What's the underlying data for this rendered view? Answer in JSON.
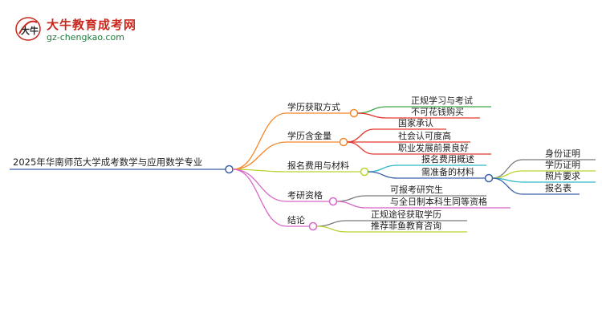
{
  "logo": {
    "title": "大牛教育成考网",
    "url": "gz-chengkao.com",
    "mark_text": "大牛"
  },
  "mindmap": {
    "root": "2025年华南师范大学成考数学与应用数学专业",
    "branches": [
      {
        "label": "学历获取方式",
        "color": "#f5882a",
        "children": [
          {
            "label": "正规学习与考试",
            "color": "#3aa64a"
          },
          {
            "label": "不可花钱购买",
            "color": "#e23b2e"
          }
        ]
      },
      {
        "label": "学历含金量",
        "color": "#f5882a",
        "children": [
          {
            "label": "国家承认",
            "color": "#e23b2e"
          },
          {
            "label": "社会认可度高",
            "color": "#e23b2e"
          },
          {
            "label": "职业发展前景良好",
            "color": "#e23b2e"
          }
        ]
      },
      {
        "label": "报名费用与材料",
        "color": "#b8d432",
        "children": [
          {
            "label": "报名费用概述",
            "color": "#2db7c8",
            "children": []
          },
          {
            "label": "需准备的材料",
            "color": "#3b5fa8",
            "children": [
              {
                "label": "身份证明",
                "color": "#7a7a7a"
              },
              {
                "label": "学历证明",
                "color": "#b8d432"
              },
              {
                "label": "照片要求",
                "color": "#2db7c8"
              },
              {
                "label": "报名表",
                "color": "#3b5fa8"
              }
            ]
          }
        ]
      },
      {
        "label": "考研资格",
        "color": "#d865c8",
        "children": [
          {
            "label": "可报考研究生",
            "color": "#7a7a7a"
          },
          {
            "label": "与全日制本科生同等资格",
            "color": "#d865c8"
          }
        ]
      },
      {
        "label": "结论",
        "color": "#d865c8",
        "children": [
          {
            "label": "正规途径获取学历",
            "color": "#7a7a7a"
          },
          {
            "label": "推荐菲鱼教育咨询",
            "color": "#b8d432"
          }
        ]
      }
    ]
  },
  "colors": {
    "root_line": "#3b5fa8",
    "node_fill": "#ffffff",
    "text": "#222222"
  }
}
